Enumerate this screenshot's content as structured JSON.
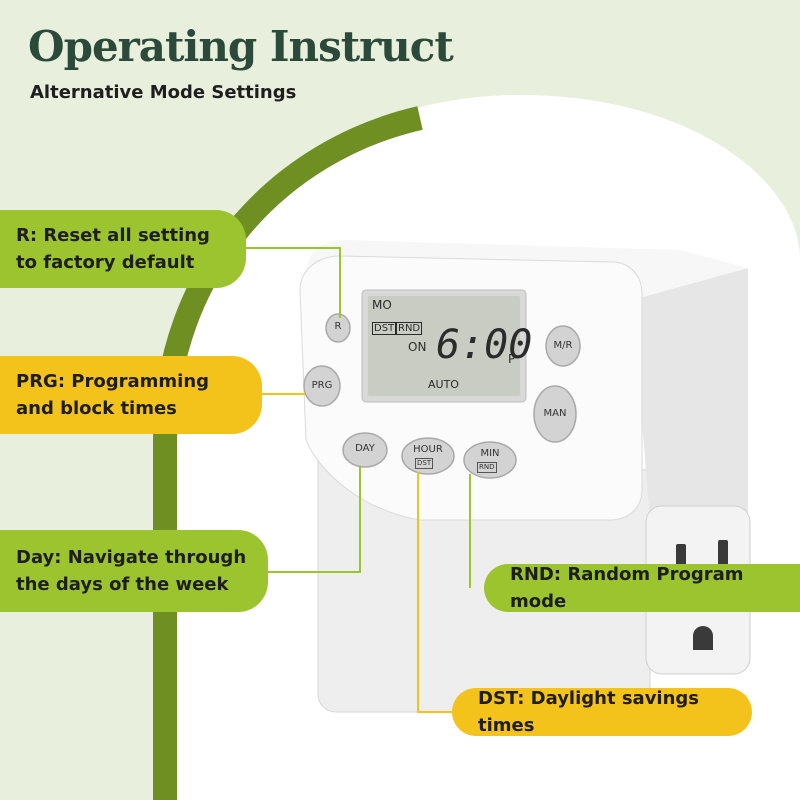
{
  "header": {
    "title": "Operating Instruct",
    "subtitle": "Alternative Mode Settings"
  },
  "callouts": [
    {
      "id": "r",
      "text": "R: Reset all setting to factory default",
      "color": "#9bc42f"
    },
    {
      "id": "prg",
      "text": "PRG: Programming and block times",
      "color": "#f3c31c"
    },
    {
      "id": "day",
      "text": "Day: Navigate through the days of the week",
      "color": "#9bc42f"
    },
    {
      "id": "rnd",
      "text": "RND: Random Program mode",
      "color": "#9bc42f"
    },
    {
      "id": "dst",
      "text": "DST: Daylight savings times",
      "color": "#f3c31c"
    }
  ],
  "device": {
    "lcd": {
      "day": "MO",
      "dst": "DST",
      "rnd": "RND",
      "state": "ON",
      "time": "6:00",
      "ampm": "P",
      "mode": "AUTO"
    },
    "buttons": {
      "r": "R",
      "prg": "PRG",
      "day": "DAY",
      "hour": "HOUR",
      "hour_sub": "DST",
      "min": "MIN",
      "min_sub": "RND",
      "mr": "M/R",
      "man": "MAN"
    }
  },
  "colors": {
    "background": "#e8efdd",
    "arc": "#6f8f23",
    "title": "#2c4a3a",
    "green_callout": "#9bc42f",
    "yellow_callout": "#f3c31c"
  }
}
